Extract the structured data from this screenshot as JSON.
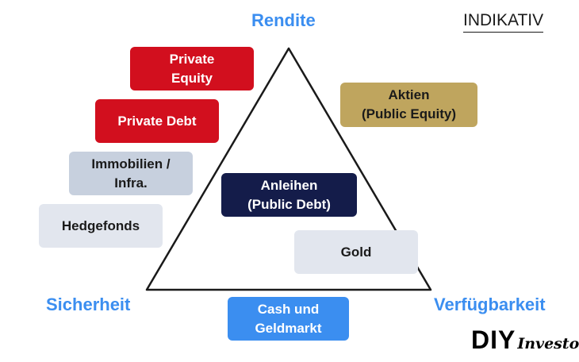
{
  "axes": {
    "top": "Rendite",
    "left": "Sicherheit",
    "right": "Verfügbarkeit"
  },
  "stamp": "INDIKATIV",
  "boxes": {
    "private_equity": [
      "Private",
      "Equity"
    ],
    "private_debt": [
      "Private Debt"
    ],
    "immobilien": [
      "Immobilien /",
      "Infra."
    ],
    "hedgefonds": [
      "Hedgefonds"
    ],
    "aktien": [
      "Aktien",
      "(Public Equity)"
    ],
    "anleihen": [
      "Anleihen",
      "(Public Debt)"
    ],
    "gold": [
      "Gold"
    ],
    "cash": [
      "Cash und",
      "Geldmarkt"
    ]
  },
  "logo": {
    "part1": "DIY",
    "part2": "Investor"
  },
  "colors": {
    "accent_blue": "#3b8ef0",
    "red": "#d20f1e",
    "gold": "#bfa55e",
    "navy": "#141c4a",
    "grey": "#c7d0de",
    "light": "#e2e6ee"
  }
}
